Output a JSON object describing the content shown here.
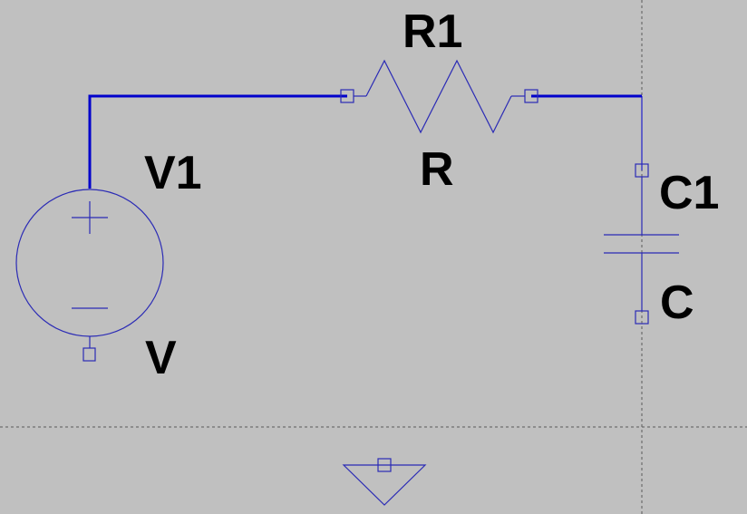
{
  "schematic": {
    "components": {
      "voltage_source": {
        "ref": "V1",
        "value": "V"
      },
      "resistor": {
        "ref": "R1",
        "value": "R"
      },
      "capacitor": {
        "ref": "C1",
        "value": "C"
      }
    },
    "colors": {
      "background": "#c0c0c0",
      "wire": "#0000cc",
      "symbol": "#2b2bb5",
      "label": "#000000",
      "grid_line": "#5a5a5a"
    },
    "icons": [
      "voltage-source-icon",
      "resistor-icon",
      "capacitor-icon",
      "ground-icon"
    ]
  }
}
